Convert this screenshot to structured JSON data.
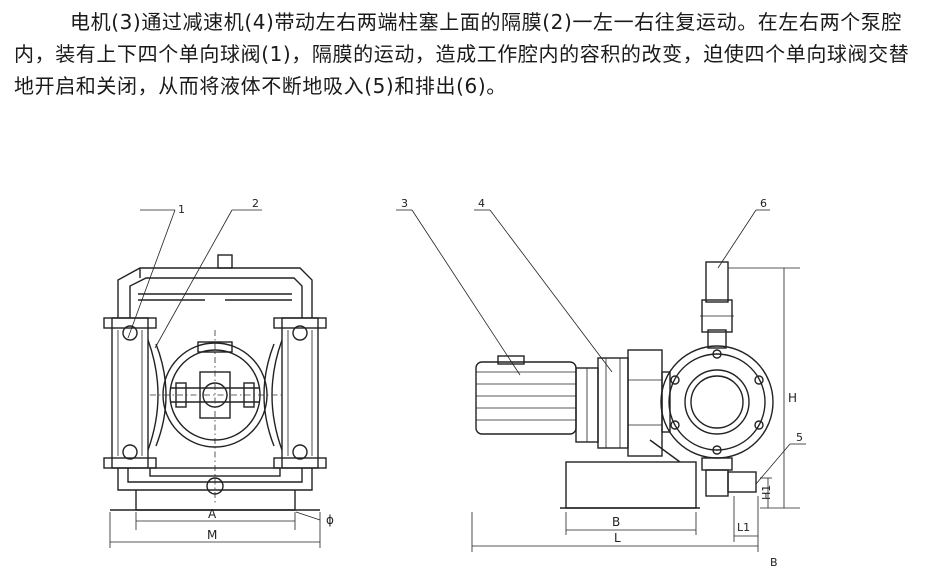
{
  "description": {
    "text": "电机(3)通过减速机(4)带动左右两端柱塞上面的隔膜(2)一左一右往复运动。在左右两个泵腔内，装有上下四个单向球阀(1)，隔膜的运动，造成工作腔内的容积的改变，迫使四个单向球阀交替地开启和关闭，从而将液体不断地吸入(5)和排出(6)。"
  },
  "front_view": {
    "callouts": [
      "1",
      "2"
    ],
    "dimensions": {
      "inner": "A",
      "outer": "M",
      "bolt": "ϕ"
    }
  },
  "side_view": {
    "callouts": [
      "3",
      "4",
      "6",
      "5"
    ],
    "dimensions": {
      "base": "B",
      "length": "L",
      "outlet_offset": "L1",
      "height": "H",
      "inlet_height": "H1",
      "bottom": "B"
    }
  }
}
